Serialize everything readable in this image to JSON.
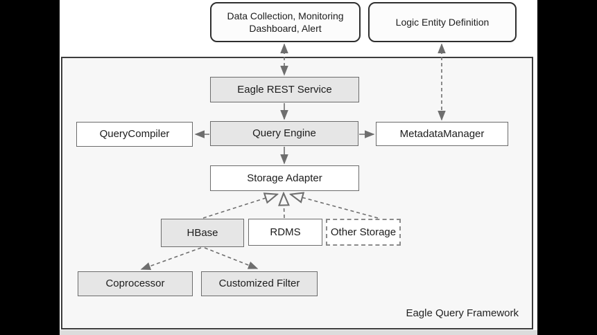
{
  "diagram": {
    "framework_label": "Eagle Query Framework",
    "external": {
      "data_collection": "Data Collection, Monitoring\nDashboard, Alert",
      "logic_entity": "Logic Entity Definition"
    },
    "nodes": {
      "eagle_rest_service": "Eagle REST Service",
      "query_compiler": "QueryCompiler",
      "query_engine": "Query Engine",
      "metadata_manager": "MetadataManager",
      "storage_adapter": "Storage Adapter",
      "hbase": "HBase",
      "rdms": "RDMS",
      "other_storage": "Other Storage",
      "coprocessor": "Coprocessor",
      "customized_filter": "Customized Filter"
    },
    "edges": [
      {
        "from": "data_collection",
        "to": "eagle_rest_service",
        "style": "dashed",
        "arrows": "both"
      },
      {
        "from": "logic_entity",
        "to": "metadata_manager",
        "style": "dashed",
        "arrows": "both"
      },
      {
        "from": "eagle_rest_service",
        "to": "query_engine",
        "style": "solid",
        "arrows": "end"
      },
      {
        "from": "query_engine",
        "to": "query_compiler",
        "style": "solid",
        "arrows": "end"
      },
      {
        "from": "query_engine",
        "to": "metadata_manager",
        "style": "solid",
        "arrows": "end"
      },
      {
        "from": "query_engine",
        "to": "storage_adapter",
        "style": "solid",
        "arrows": "end"
      },
      {
        "from": "hbase",
        "to": "storage_adapter",
        "style": "dashed",
        "arrows": "open-triangle"
      },
      {
        "from": "rdms",
        "to": "storage_adapter",
        "style": "dashed",
        "arrows": "open-triangle"
      },
      {
        "from": "other_storage",
        "to": "storage_adapter",
        "style": "dashed",
        "arrows": "open-triangle"
      },
      {
        "from": "hbase",
        "to": "coprocessor",
        "style": "dashed",
        "arrows": "end"
      },
      {
        "from": "hbase",
        "to": "customized_filter",
        "style": "dashed",
        "arrows": "end"
      }
    ],
    "colors": {
      "letterbox": "#000000",
      "canvas": "#ffffff",
      "framework_fill": "#f7f7f7",
      "framework_border": "#3c3c3c",
      "node_fill_gray": "#e6e6e6",
      "node_fill_white": "#ffffff",
      "node_border": "#6b6b6b",
      "connector": "#6e6e6e",
      "text": "#1c1c1c"
    }
  }
}
